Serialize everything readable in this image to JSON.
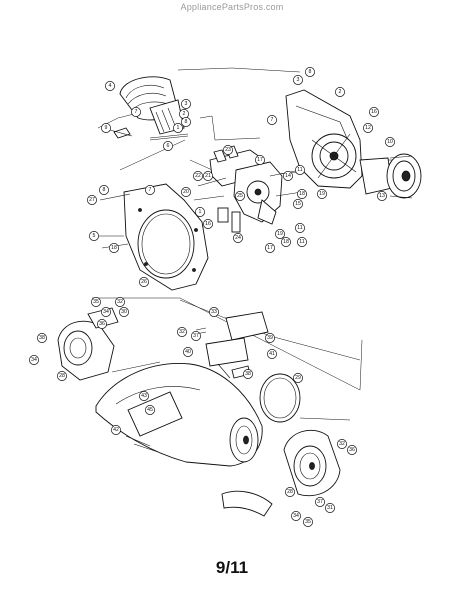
{
  "watermark": "AppliancePartsPros.com",
  "page_number": "9/11",
  "callouts": [
    {
      "id": "c4",
      "label": "4"
    },
    {
      "id": "c3",
      "label": "3"
    },
    {
      "id": "c2a",
      "label": "2"
    },
    {
      "id": "c8a",
      "label": "8"
    },
    {
      "id": "c6",
      "label": "6"
    },
    {
      "id": "c9",
      "label": "9"
    },
    {
      "id": "c1a",
      "label": "1"
    },
    {
      "id": "c7a",
      "label": "7"
    },
    {
      "id": "c8b",
      "label": "8"
    },
    {
      "id": "c3b",
      "label": "3"
    },
    {
      "id": "c2b",
      "label": "2"
    },
    {
      "id": "c7b",
      "label": "7"
    },
    {
      "id": "c16",
      "label": "16"
    },
    {
      "id": "c12",
      "label": "12"
    },
    {
      "id": "c10",
      "label": "10"
    },
    {
      "id": "c13",
      "label": "13"
    },
    {
      "id": "c17",
      "label": "17"
    },
    {
      "id": "c23",
      "label": "23"
    },
    {
      "id": "c22",
      "label": "22"
    },
    {
      "id": "c21",
      "label": "21"
    },
    {
      "id": "c11a",
      "label": "11"
    },
    {
      "id": "c14",
      "label": "14"
    },
    {
      "id": "c18",
      "label": "18"
    },
    {
      "id": "c19",
      "label": "19"
    },
    {
      "id": "c15",
      "label": "15"
    },
    {
      "id": "c20",
      "label": "20"
    },
    {
      "id": "c1b",
      "label": "1"
    },
    {
      "id": "c27",
      "label": "27"
    },
    {
      "id": "c8c",
      "label": "8"
    },
    {
      "id": "c7c",
      "label": "7"
    },
    {
      "id": "c5",
      "label": "5"
    },
    {
      "id": "c18b",
      "label": "18"
    },
    {
      "id": "c26",
      "label": "26"
    },
    {
      "id": "c25",
      "label": "25"
    },
    {
      "id": "c16b",
      "label": "16"
    },
    {
      "id": "c24",
      "label": "24"
    },
    {
      "id": "c11b",
      "label": "11"
    },
    {
      "id": "c19b",
      "label": "19"
    },
    {
      "id": "c17b",
      "label": "17"
    },
    {
      "id": "c11c",
      "label": "11"
    },
    {
      "id": "c18c",
      "label": "18"
    },
    {
      "id": "c35a",
      "label": "35"
    },
    {
      "id": "c34a",
      "label": "34"
    },
    {
      "id": "c30",
      "label": "30"
    },
    {
      "id": "c38",
      "label": "38"
    },
    {
      "id": "c32a",
      "label": "32"
    },
    {
      "id": "c36",
      "label": "36"
    },
    {
      "id": "c34b",
      "label": "34"
    },
    {
      "id": "c28",
      "label": "28"
    },
    {
      "id": "c33",
      "label": "33"
    },
    {
      "id": "c32b",
      "label": "32"
    },
    {
      "id": "c37",
      "label": "37"
    },
    {
      "id": "c39",
      "label": "39"
    },
    {
      "id": "c40",
      "label": "40"
    },
    {
      "id": "c41",
      "label": "41"
    },
    {
      "id": "c38b",
      "label": "38"
    },
    {
      "id": "c29",
      "label": "29"
    },
    {
      "id": "c43",
      "label": "43"
    },
    {
      "id": "c45",
      "label": "45"
    },
    {
      "id": "c42",
      "label": "42"
    },
    {
      "id": "c32c",
      "label": "32"
    },
    {
      "id": "c36b",
      "label": "36"
    },
    {
      "id": "c28b",
      "label": "28"
    },
    {
      "id": "c37b",
      "label": "37"
    },
    {
      "id": "c34c",
      "label": "34"
    },
    {
      "id": "c35b",
      "label": "35"
    },
    {
      "id": "c31",
      "label": "31"
    }
  ]
}
